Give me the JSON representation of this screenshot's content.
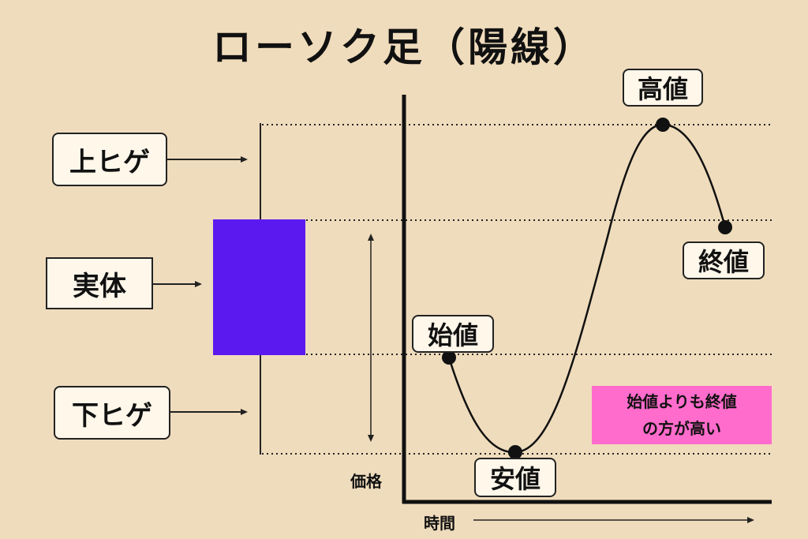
{
  "title": "ローソク足（陽線）",
  "labels": {
    "upper_shadow": "上ヒゲ",
    "body": "実体",
    "lower_shadow": "下ヒゲ"
  },
  "points": {
    "open": "始値",
    "low": "安値",
    "high": "高値",
    "close": "終値"
  },
  "note": {
    "line1": "始値よりも終値",
    "line2": "の方が高い"
  },
  "axes": {
    "price": "価格",
    "time": "時間"
  },
  "colors": {
    "background": "#efdcbc",
    "candle_body": "#5b19ef",
    "note_bg": "#ff6ccc"
  }
}
